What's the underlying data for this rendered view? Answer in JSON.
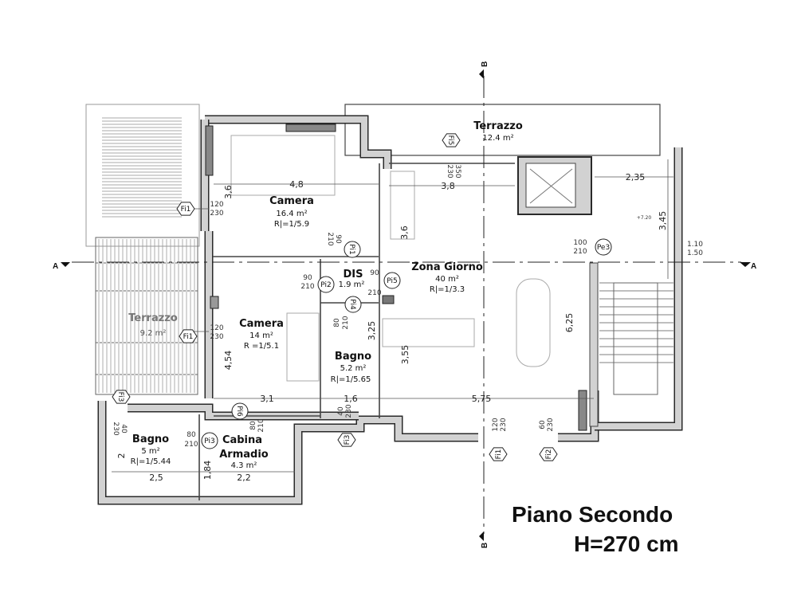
{
  "title": {
    "name": "Piano Secondo",
    "height": "H=270 cm"
  },
  "section_marks": {
    "a_left": "A",
    "a_right": "A",
    "b_top": "B",
    "b_bottom": "B"
  },
  "rooms": {
    "camera1": {
      "name": "Camera",
      "area": "16.4 m²",
      "ratio": "R|=1/5.9"
    },
    "terrazzo_top": {
      "name": "Terrazzo",
      "area": "12.4 m²"
    },
    "zona_giorno": {
      "name": "Zona Giorno",
      "area": "40 m²",
      "ratio": "R|=1/3.3"
    },
    "dis": {
      "name": "DIS",
      "area": "1.9 m²"
    },
    "camera2": {
      "name": "Camera",
      "area": "14 m²",
      "ratio": "R =1/5.1"
    },
    "terrazzo_left": {
      "name": "Terrazzo",
      "area": "9.2 m²"
    },
    "bagno1": {
      "name": "Bagno",
      "area": "5.2 m²",
      "ratio": "R|=1/5.65"
    },
    "bagno2": {
      "name": "Bagno",
      "area": "5 m²",
      "ratio": "R|=1/5.44"
    },
    "cabina": {
      "name_line1": "Cabina",
      "name_line2": "Armadio",
      "area": "4.3 m²"
    }
  },
  "dimensions": {
    "camera1_width": "4,8",
    "camera1_depth": "3,6",
    "zona_width_top": "3,8",
    "zona_depth_top": "3,6",
    "stair_width": "2,35",
    "stair_depth": "3,45",
    "camera2_depth": "4,54",
    "bagno1_depth": "3,25",
    "zona_depth_mid": "3,55",
    "zona_depth_right": "6,25",
    "camera2_width": "3,1",
    "bagno1_width": "1,6",
    "zona_width_bottom": "5,75",
    "bagno2_depth": "2",
    "bagno2_width": "2,5",
    "cabina_depth": "1,84",
    "cabina_width": "2,2",
    "level": "+7.20"
  },
  "openings": {
    "fi1_top": {
      "tag": "Fi1",
      "w": "120",
      "h": "230"
    },
    "fi1_mid": {
      "tag": "Fi1",
      "w": "120",
      "h": "230"
    },
    "fi5": {
      "tag": "Fi5",
      "w": "230",
      "h": "350"
    },
    "pe3": {
      "tag": "Pe3",
      "w": "100",
      "h": "210"
    },
    "pi1": {
      "tag": "Pi1",
      "w": "90",
      "h": "210"
    },
    "pi2": {
      "tag": "Pi2",
      "w": "90",
      "h": "210"
    },
    "pi5": {
      "tag": "Pi5",
      "w": "90",
      "h": "210"
    },
    "pi4": {
      "tag": "Pi4",
      "w": "80",
      "h": "210"
    },
    "fi3_bagno1": {
      "tag": "Fi3",
      "w": "40",
      "h": "230"
    },
    "fi3_bagno2": {
      "tag": "Fi3",
      "w": "40",
      "h": "230"
    },
    "pi6": {
      "tag": "Pi6",
      "w": "80",
      "h": "210"
    },
    "pi3": {
      "tag": "Pi3",
      "w": "80",
      "h": "210"
    },
    "fi1_bottom": {
      "tag": "Fi1",
      "w": "120",
      "h": "230"
    },
    "fi2": {
      "tag": "Fi2",
      "w": "60",
      "h": "230"
    },
    "window_right": {
      "w": "1.10",
      "h": "1.50"
    }
  }
}
